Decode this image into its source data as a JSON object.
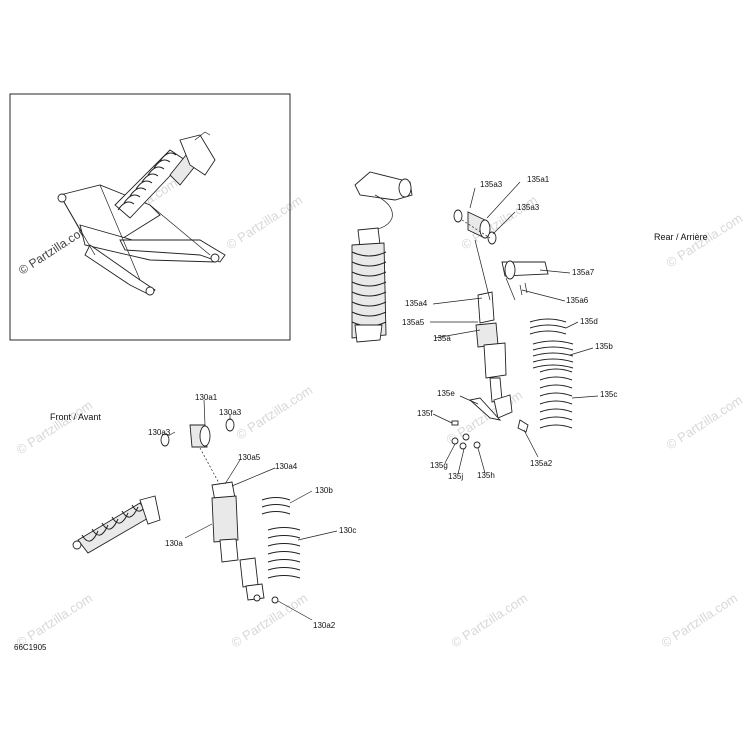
{
  "captions": {
    "front": "Front / Avant",
    "rear": "Rear / Arrière",
    "figure_code": "66C1905"
  },
  "watermark": "© Partzilla.com",
  "callouts": {
    "rear": [
      "135a3",
      "135a1",
      "135a3",
      "135a7",
      "135a6",
      "135a4",
      "135a5",
      "135d",
      "135a",
      "135b",
      "135c",
      "135e",
      "135f",
      "135a2",
      "135g",
      "135j",
      "135h"
    ],
    "front": [
      "130a1",
      "130a3",
      "130a3",
      "130a5",
      "130a4",
      "130b",
      "130c",
      "130a",
      "130a2"
    ]
  },
  "colors": {
    "line": "#222222",
    "watermark": "#d8d8d8",
    "fill_shade": "#e9e9e9"
  }
}
